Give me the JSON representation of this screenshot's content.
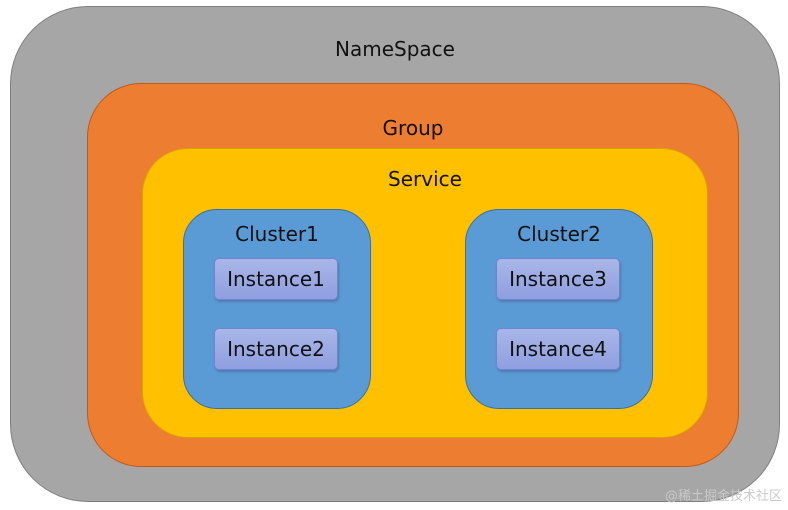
{
  "namespace": {
    "label": "NameSpace",
    "color": "#a6a6a6",
    "group": {
      "label": "Group",
      "color": "#ed7d31",
      "service": {
        "label": "Service",
        "color": "#ffc000",
        "clusters": [
          {
            "label": "Cluster1",
            "instances": [
              "Instance1",
              "Instance2"
            ]
          },
          {
            "label": "Cluster2",
            "instances": [
              "Instance3",
              "Instance4"
            ]
          }
        ]
      }
    }
  },
  "colors": {
    "cluster": "#5b9bd5",
    "instance": "#9aa8e4"
  },
  "watermark": "@稀土掘金技术社区"
}
